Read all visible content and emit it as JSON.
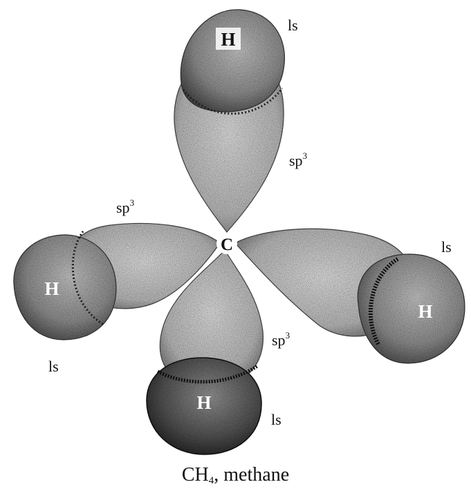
{
  "diagram": {
    "carbon_label": "C",
    "hydrogen_label": "H",
    "orbital_labels": {
      "sp3_base": "sp",
      "sp3_exponent": "3",
      "s_top": "ls",
      "s_left": "ls",
      "s_right": "ls",
      "s_bottom": "ls"
    }
  },
  "caption": {
    "formula_base": "CH",
    "formula_subscript": "4",
    "suffix": ", methane"
  },
  "colors": {
    "stipple_light": "#c9c9c9",
    "stipple_dark": "#2a2a2a",
    "ink": "#111111"
  }
}
